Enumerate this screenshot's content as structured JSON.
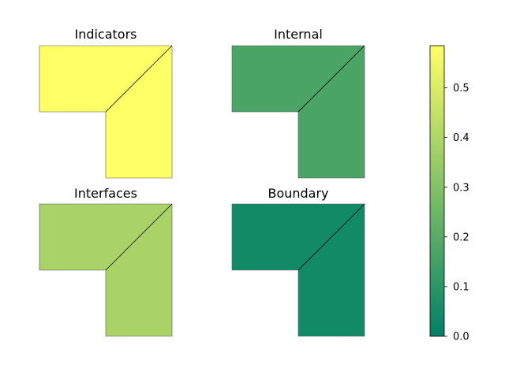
{
  "chart_data": {
    "type": "heatmap",
    "colormap": "summer",
    "colorbar": {
      "range": [
        0.0,
        0.585
      ],
      "ticks": [
        0.0,
        0.1,
        0.2,
        0.3,
        0.4,
        0.5
      ],
      "tick_labels": [
        "0.0",
        "0.1",
        "0.2",
        "0.3",
        "0.4",
        "0.5"
      ]
    },
    "panels": [
      {
        "title": "Indicators",
        "value": 0.585,
        "color": "#ffff66"
      },
      {
        "title": "Internal",
        "value": 0.19,
        "color": "#49a466"
      },
      {
        "title": "Interfaces",
        "value": 0.38,
        "color": "#a9d366"
      },
      {
        "title": "Boundary",
        "value": 0.04,
        "color": "#128a66"
      }
    ]
  }
}
